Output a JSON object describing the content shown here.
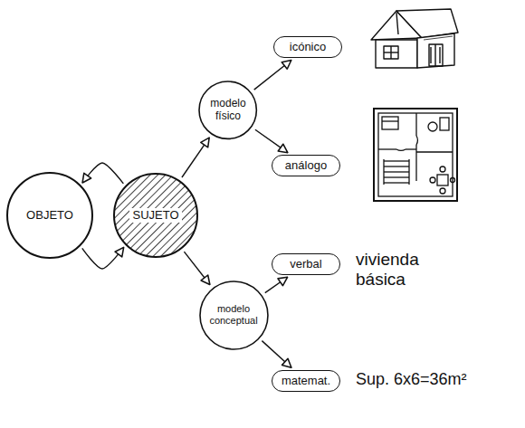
{
  "diagram": {
    "nodes": [
      {
        "text": [
          "OBJETO"
        ]
      },
      {
        "text": [
          "SUJETO"
        ]
      },
      {
        "text": [
          "modelo físico"
        ]
      },
      {
        "text": [
          "modelo conceptual"
        ]
      },
      {
        "text": [
          "icónico"
        ]
      },
      {
        "text": [
          "análogo"
        ]
      },
      {
        "text": [
          "verbal"
        ]
      },
      {
        "text": [
          "matemat."
        ]
      }
    ],
    "edges": [
      {
        "from": 1,
        "to": 0,
        "arrow": "to"
      },
      {
        "from": 0,
        "to": 1,
        "arrow": "to"
      },
      {
        "from": 1,
        "to": 2,
        "arrow": "to"
      },
      {
        "from": 1,
        "to": 3,
        "arrow": "to"
      },
      {
        "from": 2,
        "to": 4,
        "arrow": "to"
      },
      {
        "from": 2,
        "to": 5,
        "arrow": "to"
      },
      {
        "from": 3,
        "to": 6,
        "arrow": "to"
      },
      {
        "from": 3,
        "to": 7,
        "arrow": "to"
      }
    ],
    "labels": [
      "vivienda básica",
      "Sup. 6x6=36m²"
    ]
  }
}
